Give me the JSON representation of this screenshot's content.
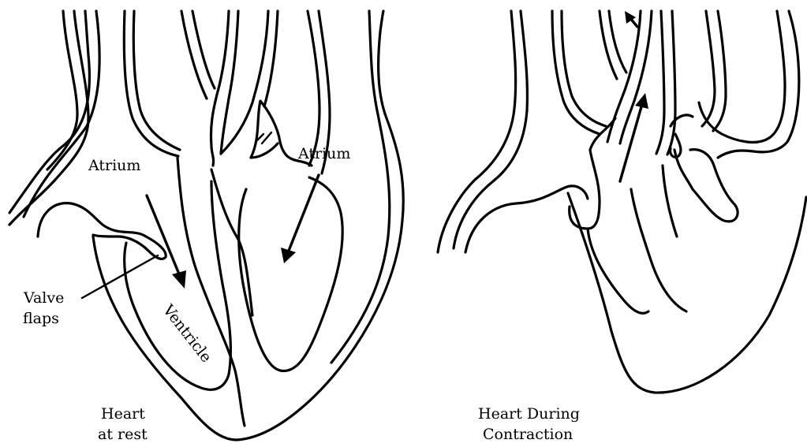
{
  "diagram": {
    "left_panel": {
      "atrium_left_label": "Atrium",
      "atrium_right_label": "Atrium",
      "valve_label_line1": "Valve",
      "valve_label_line2": "flaps",
      "ventricle_label": "Ventricle",
      "caption_line1": "Heart",
      "caption_line2": "at rest"
    },
    "right_panel": {
      "caption_line1": "Heart During",
      "caption_line2": "Contraction"
    }
  }
}
